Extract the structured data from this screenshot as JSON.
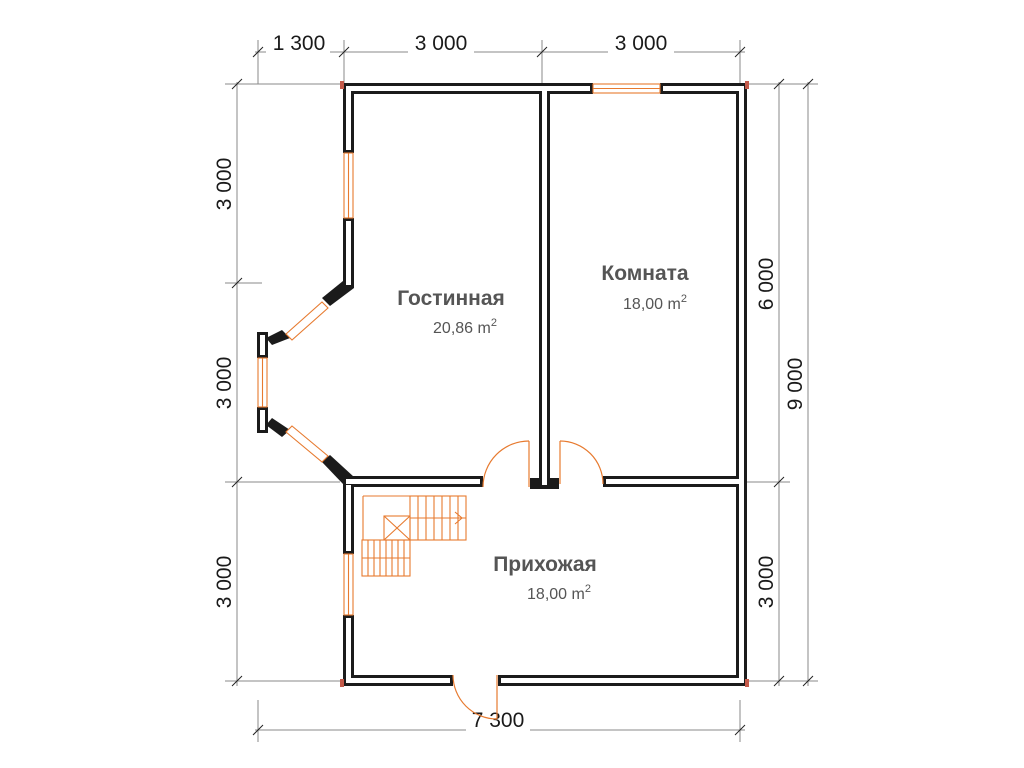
{
  "plan": {
    "top_dims": [
      "1 300",
      "3 000",
      "3 000"
    ],
    "bottom_dim": "7 300",
    "left_dims": [
      "3 000",
      "3 000",
      "3 000"
    ],
    "right_inner_dims": [
      "6 000",
      "3 000"
    ],
    "right_outer_dim": "9 000"
  },
  "rooms": [
    {
      "name": "Гостинная",
      "area": "20,86 m",
      "unit_sup": "2"
    },
    {
      "name": "Комната",
      "area": "18,00 m",
      "unit_sup": "2"
    },
    {
      "name": "Прихожая",
      "area": "18,00 m",
      "unit_sup": "2"
    }
  ],
  "colors": {
    "wall": "#1b1b1b",
    "accent": "#e77a2f",
    "text": "#555555"
  }
}
